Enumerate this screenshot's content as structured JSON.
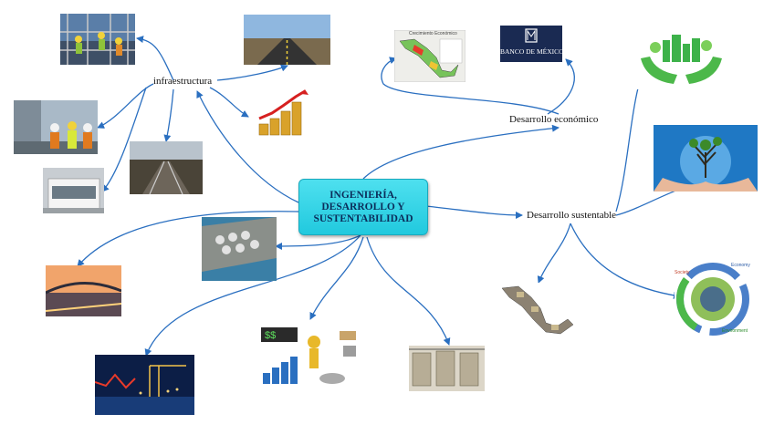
{
  "central": {
    "lines": [
      "INGENIERÍA,",
      "DESARROLLO Y",
      "SUSTENTABILIDAD"
    ]
  },
  "branches": {
    "infraestructura": "infraestructura",
    "desarrollo_economico": "Desarrollo económico",
    "desarrollo_sustentable": "Desarrollo sustentable"
  },
  "images": {
    "mexico_map_text": "Crecimiento Económico",
    "banxico_logo": "BANCO DE MÉXICO",
    "cycle_labels": [
      "Society",
      "Economy",
      "Environment"
    ]
  },
  "colors": {
    "arrow": "#2a6fc0",
    "central_fill": "#2dd3e5",
    "central_text": "#0b2d5a"
  }
}
